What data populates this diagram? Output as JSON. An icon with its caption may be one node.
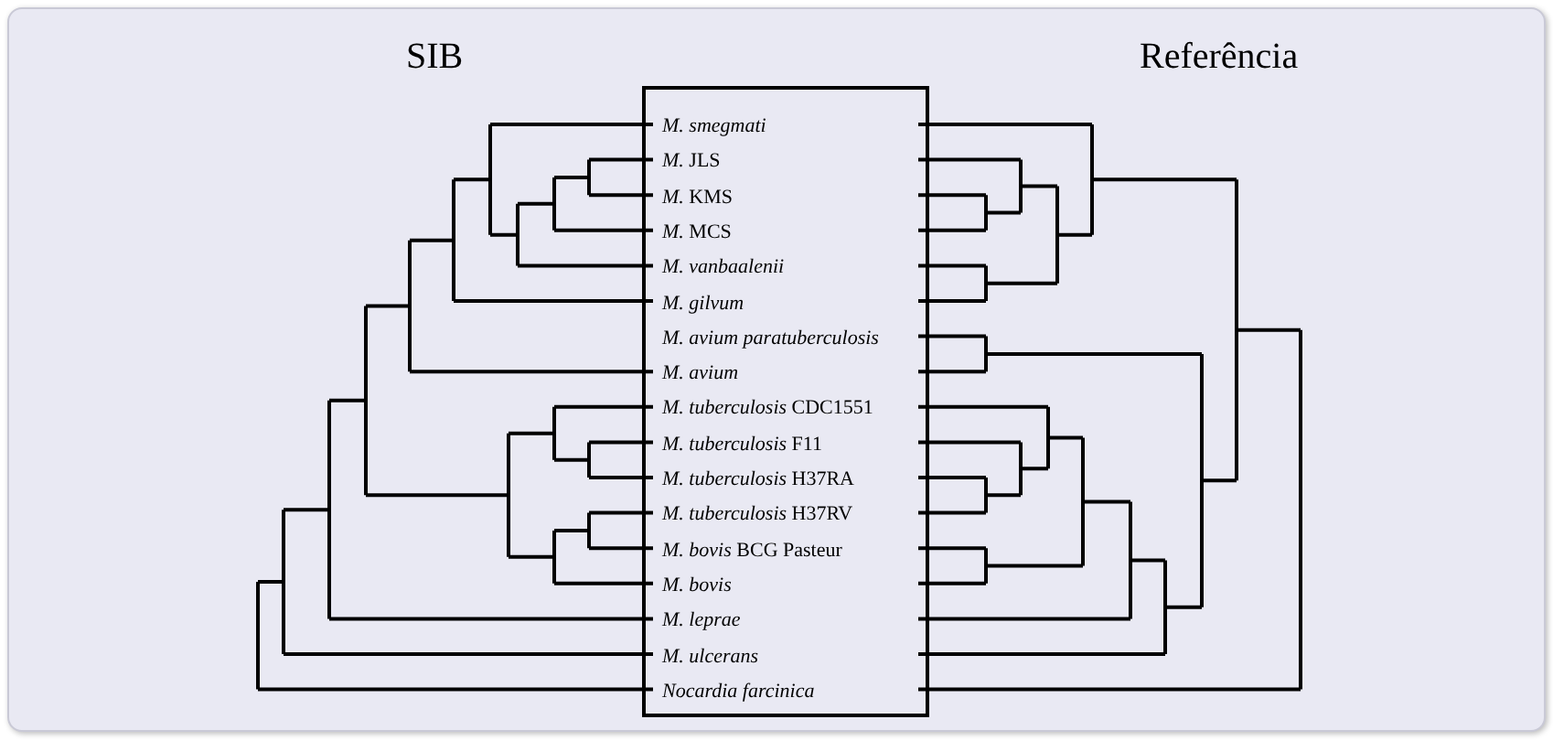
{
  "diagram": {
    "nodes": [
      {
        "text": [
          "*M. smegmati*",
          "*M.* JLS",
          "*M.* KMS",
          "*M.* MCS",
          "*M. vanbaalenii*",
          "*M. gilvum*",
          "*M. avium paratuberculosis*",
          "*M. avium*",
          "*M. tuberculosis* CDC1551",
          "*M. tuberculosis* F11",
          "*M. tuberculosis* H37RA",
          "*M. tuberculosis* H37RV",
          "*M. bovis* BCG Pasteur",
          "*M. bovis*",
          "*M. leprae*",
          "*M. ulcerans*",
          "*Nocardia farcinica*"
        ]
      }
    ],
    "labels": [
      "SIB",
      "Referência"
    ]
  }
}
